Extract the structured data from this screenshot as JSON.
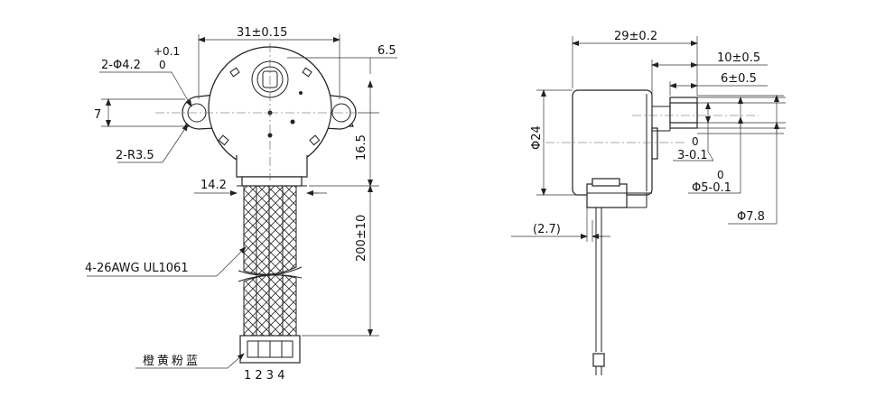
{
  "front_view": {
    "dim_width": "31±0.15",
    "dim_hole_dia": "2-Φ4.2",
    "dim_hole_tol_upper": "+0.1",
    "dim_hole_tol_lower": "0",
    "dim_offset_small": "6.5",
    "dim_hole_offset": "7",
    "dim_radius": "2-R3.5",
    "dim_height": "16.5",
    "dim_cable_exit": "14.2",
    "dim_cable_length": "200±10",
    "wire_spec": "4-26AWG  UL1061",
    "wire_colors": "橙黄粉蓝",
    "pin_numbers": "1 2 3 4"
  },
  "side_view": {
    "dim_depth": "29±0.2",
    "dim_boss_a": "10±0.5",
    "dim_boss_b": "6±0.5",
    "dim_diameter": "Φ24",
    "dim_flat_tol_upper": "0",
    "dim_flat": "3-0.1",
    "dim_shaft_tol_upper": "0",
    "dim_shaft": "Φ5-0.1",
    "dim_boss_dia": "Φ7.8",
    "dim_flange_thk": "(2.7)"
  }
}
